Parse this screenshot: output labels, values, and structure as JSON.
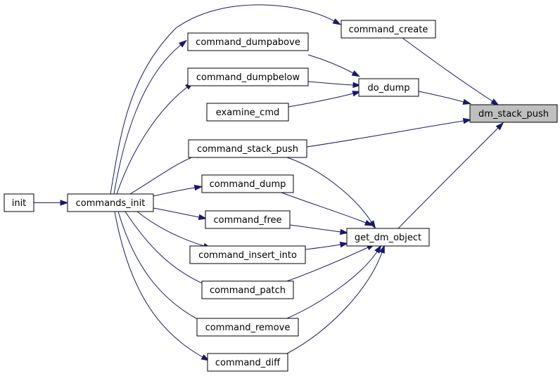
{
  "nodes": [
    {
      "id": "init",
      "label": "init"
    },
    {
      "id": "commands_init",
      "label": "commands_init"
    },
    {
      "id": "command_create",
      "label": "command_create"
    },
    {
      "id": "command_dumpabove",
      "label": "command_dumpabove"
    },
    {
      "id": "command_dumpbelow",
      "label": "command_dumpbelow"
    },
    {
      "id": "examine_cmd",
      "label": "examine_cmd"
    },
    {
      "id": "do_dump",
      "label": "do_dump"
    },
    {
      "id": "dm_stack_push",
      "label": "dm_stack_push",
      "highlighted": true
    },
    {
      "id": "command_stack_push",
      "label": "command_stack_push"
    },
    {
      "id": "command_dump",
      "label": "command_dump"
    },
    {
      "id": "command_free",
      "label": "command_free"
    },
    {
      "id": "command_insert_into",
      "label": "command_insert_into"
    },
    {
      "id": "command_patch",
      "label": "command_patch"
    },
    {
      "id": "command_remove",
      "label": "command_remove"
    },
    {
      "id": "command_diff",
      "label": "command_diff"
    },
    {
      "id": "get_dm_object",
      "label": "get_dm_object"
    }
  ],
  "edges": [
    {
      "from": "init",
      "to": "commands_init"
    },
    {
      "from": "commands_init",
      "to": "command_create"
    },
    {
      "from": "commands_init",
      "to": "command_dumpabove"
    },
    {
      "from": "commands_init",
      "to": "command_dumpbelow"
    },
    {
      "from": "commands_init",
      "to": "command_stack_push"
    },
    {
      "from": "commands_init",
      "to": "command_dump"
    },
    {
      "from": "commands_init",
      "to": "command_free"
    },
    {
      "from": "commands_init",
      "to": "command_insert_into"
    },
    {
      "from": "commands_init",
      "to": "command_patch"
    },
    {
      "from": "commands_init",
      "to": "command_remove"
    },
    {
      "from": "commands_init",
      "to": "command_diff"
    },
    {
      "from": "command_create",
      "to": "dm_stack_push"
    },
    {
      "from": "command_dumpabove",
      "to": "do_dump"
    },
    {
      "from": "command_dumpbelow",
      "to": "do_dump"
    },
    {
      "from": "examine_cmd",
      "to": "do_dump"
    },
    {
      "from": "do_dump",
      "to": "dm_stack_push"
    },
    {
      "from": "command_stack_push",
      "to": "dm_stack_push"
    },
    {
      "from": "get_dm_object",
      "to": "dm_stack_push"
    },
    {
      "from": "command_stack_push",
      "to": "get_dm_object"
    },
    {
      "from": "command_dump",
      "to": "get_dm_object"
    },
    {
      "from": "command_free",
      "to": "get_dm_object"
    },
    {
      "from": "command_insert_into",
      "to": "get_dm_object"
    },
    {
      "from": "command_patch",
      "to": "get_dm_object"
    },
    {
      "from": "command_remove",
      "to": "get_dm_object"
    },
    {
      "from": "command_diff",
      "to": "get_dm_object"
    }
  ]
}
